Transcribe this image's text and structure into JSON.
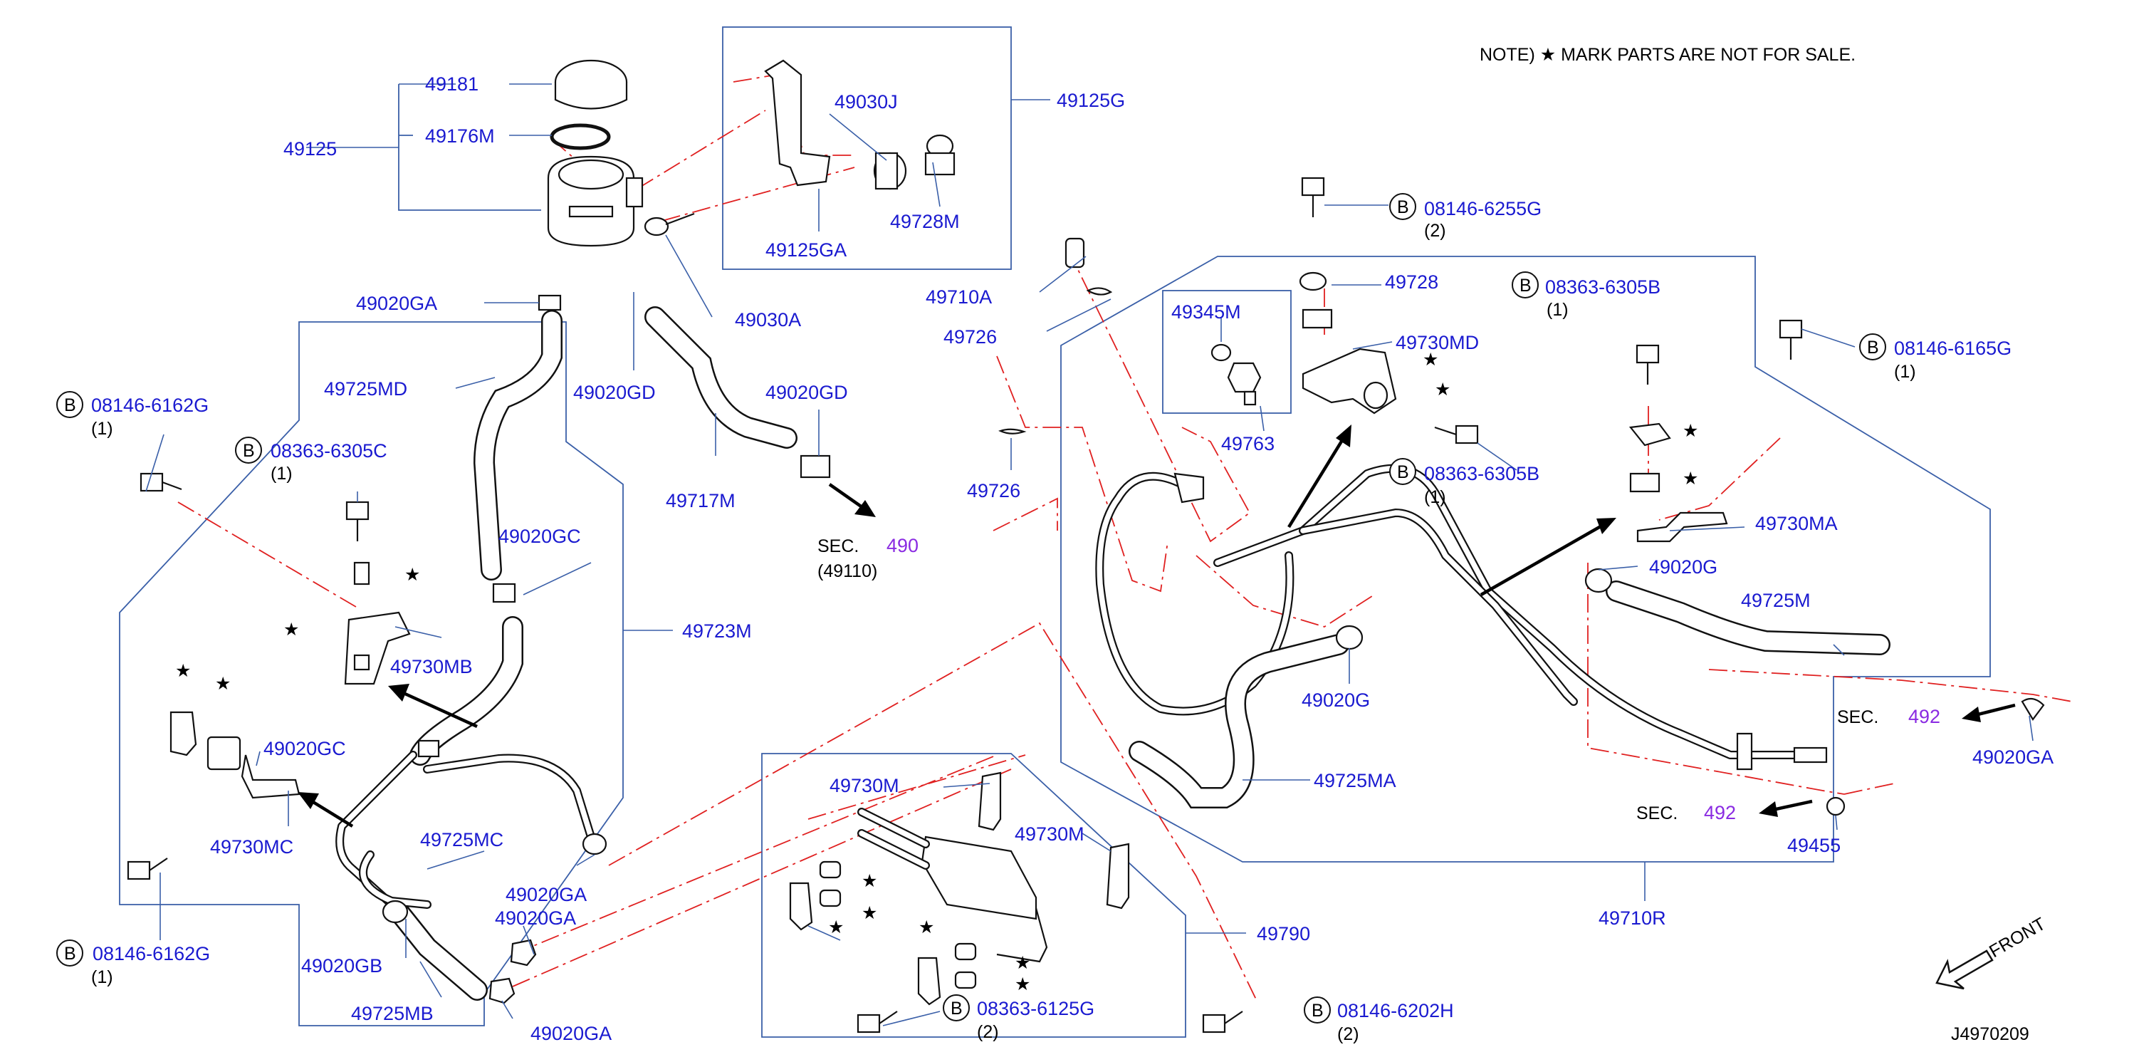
{
  "note": "NOTE) ★ MARK  PARTS  ARE  NOT  FOR  SALE.",
  "diagram_code": "J4970209",
  "front_label": "FRONT",
  "star_glyph": "★",
  "bolt_marker": "B",
  "colors": {
    "part_number": "#1a1ad0",
    "section_ref": "#8a2be2",
    "leader": "#3a5fa8",
    "assembly_line": "#e02020"
  },
  "parts": {
    "p49181": "49181",
    "p49176M": "49176M",
    "p49125": "49125",
    "p49030J": "49030J",
    "p49125G": "49125G",
    "p49728M": "49728M",
    "p49125GA": "49125GA",
    "p49030A": "49030A",
    "p49020GA_top": "49020GA",
    "p49725MD": "49725MD",
    "p49020GD_a": "49020GD",
    "p49020GD_b": "49020GD",
    "p49717M": "49717M",
    "p08146_6162G_top": "08146-6162G",
    "qty_6162G_top": "(1)",
    "p08363_6305C": "08363-6305C",
    "qty_6305C": "(1)",
    "p49020GC_a": "49020GC",
    "p49723M": "49723M",
    "p49730MB": "49730MB",
    "p49020GC_b": "49020GC",
    "p49730MC": "49730MC",
    "p49725MC": "49725MC",
    "p49020GA_mid": "49020GA",
    "p49020GA_mid2": "49020GA",
    "p08146_6162G_bot": "08146-6162G",
    "qty_6162G_bot": "(1)",
    "p49020GB": "49020GB",
    "p49725MB": "49725MB",
    "p49020GA_bot": "49020GA",
    "p49710A": "49710A",
    "p49726_a": "49726",
    "p49726_b": "49726",
    "p49345M": "49345M",
    "p49763": "49763",
    "p08146_6255G": "08146-6255G",
    "qty_6255G": "(2)",
    "p49728": "49728",
    "p49730MD": "49730MD",
    "p08363_6305B_top": "08363-6305B",
    "qty_6305B_top": "(1)",
    "p08363_6305B_mid": "08363-6305B",
    "qty_6305B_mid": "(1)",
    "p08146_6165G": "08146-6165G",
    "qty_6165G": "(1)",
    "p49730MA": "49730MA",
    "p49020G_a": "49020G",
    "p49725M": "49725M",
    "p49020G_b": "49020G",
    "p49725MA": "49725MA",
    "p49020GA_right": "49020GA",
    "p49455": "49455",
    "p49710R": "49710R",
    "p49730M_a": "49730M",
    "p49730M_b": "49730M",
    "p49790": "49790",
    "p08363_6125G": "08363-6125G",
    "qty_6125G": "(2)",
    "p08146_6202H": "08146-6202H",
    "qty_6202H": "(2)"
  },
  "sections": [
    {
      "label": "SEC.",
      "number": "490",
      "sub": "(49110)"
    },
    {
      "label": "SEC.",
      "number": "492"
    },
    {
      "label": "SEC.",
      "number": "492"
    }
  ]
}
